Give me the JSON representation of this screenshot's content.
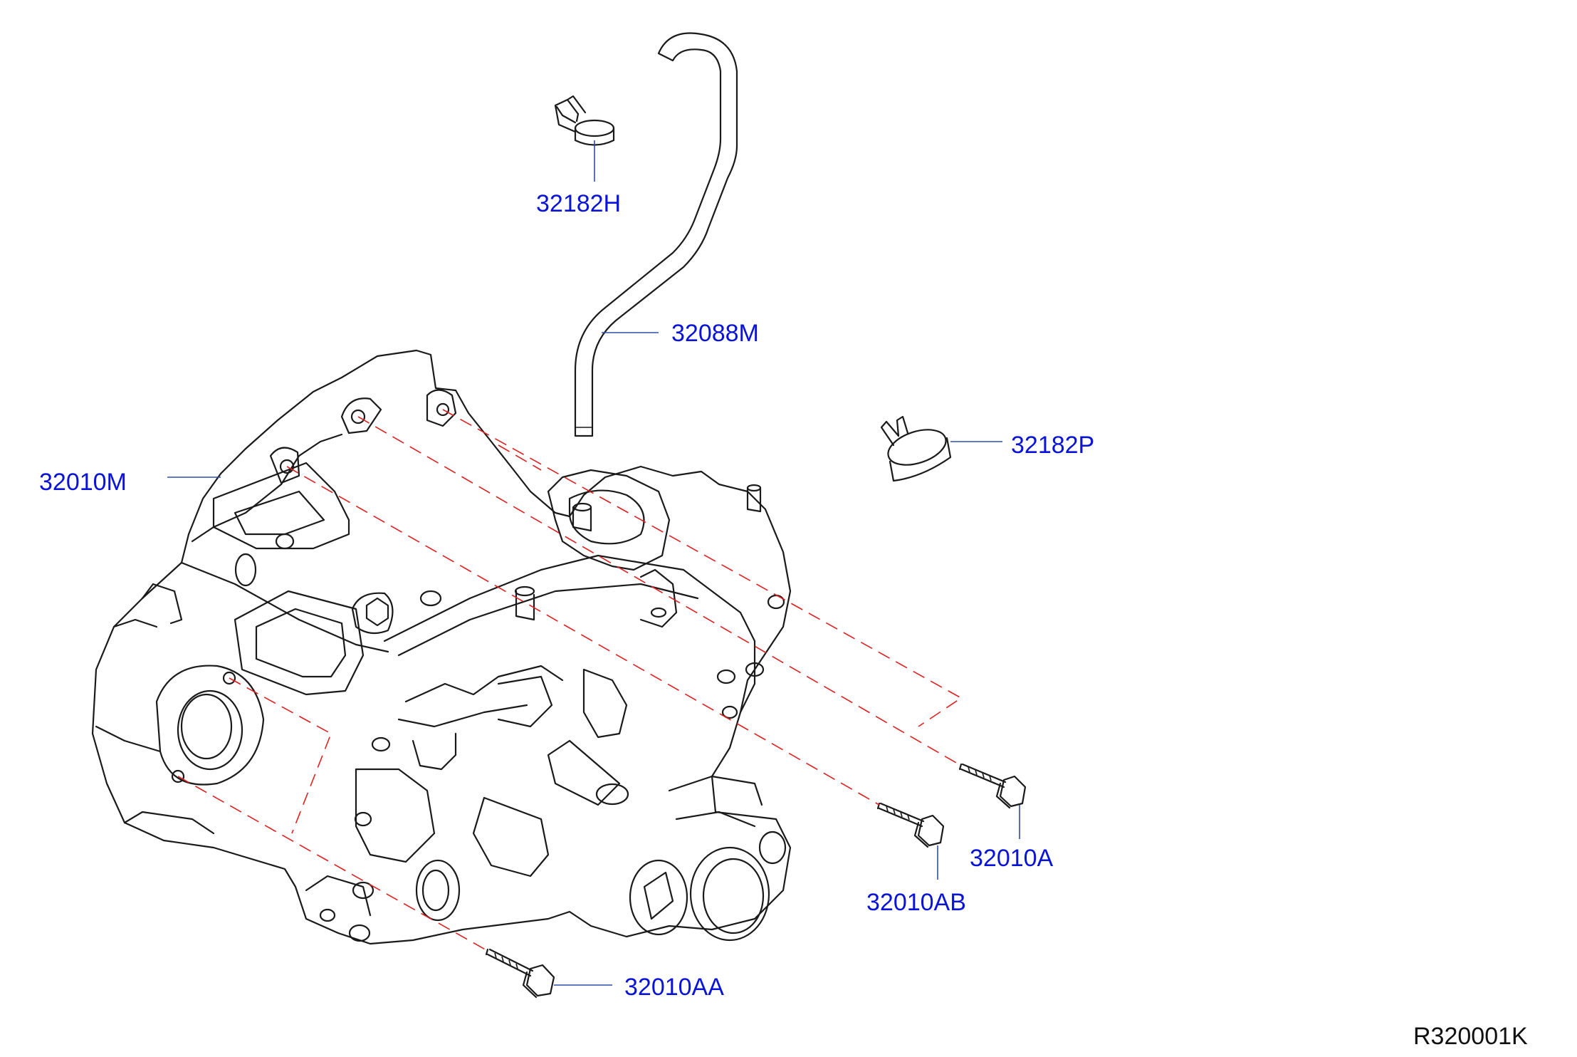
{
  "colors": {
    "label": "#0a14d9",
    "line_art": "#1a1a1a",
    "leader": "#2f4fa8",
    "alignment_dash": "#e02020",
    "background": "#ffffff"
  },
  "parts": {
    "clamp_top": "32182H",
    "breather_hose": "32088M",
    "clamp_right": "32182P",
    "transaxle_case": "32010M",
    "bolt_a": "32010A",
    "bolt_ab": "32010AB",
    "bolt_aa": "32010AA"
  },
  "reference": "R320001K"
}
